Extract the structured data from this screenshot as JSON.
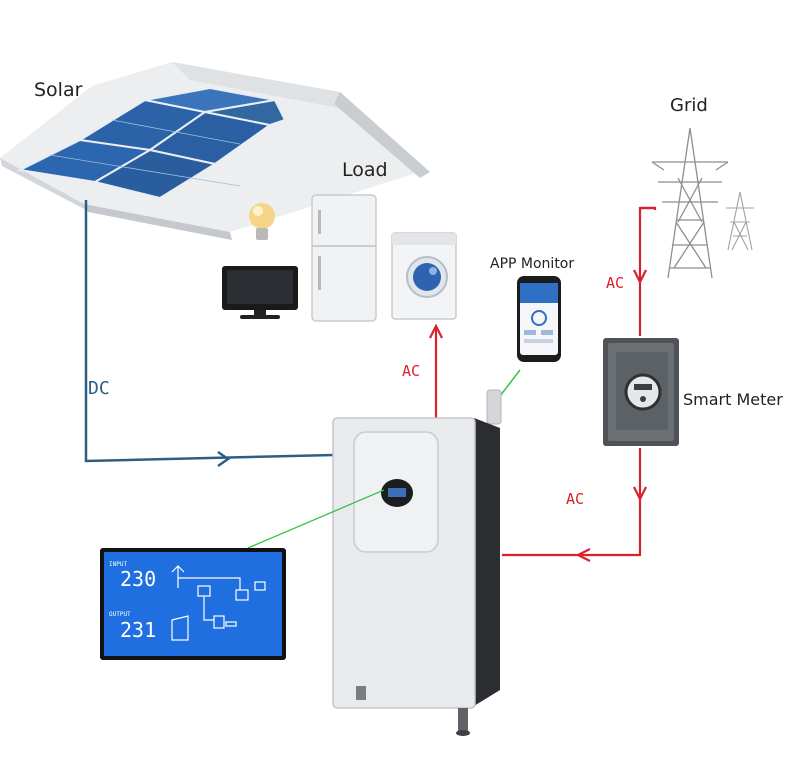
{
  "labels": {
    "solar": "Solar",
    "load": "Load",
    "grid": "Grid",
    "app_monitor": "APP Monitor",
    "smart_meter": "Smart Meter",
    "dc": "DC",
    "ac_load": "AC",
    "ac_grid_top": "AC",
    "ac_grid_bottom": "AC"
  },
  "lcd": {
    "input_label": "INPUT",
    "input_value": "230",
    "output_label": "OUTPUT",
    "output_value": "231"
  },
  "colors": {
    "dc_line": "#2c5f86",
    "ac_line": "#d9232a",
    "link_line": "#35c24a",
    "lcd_bg": "#1f6fe0"
  }
}
